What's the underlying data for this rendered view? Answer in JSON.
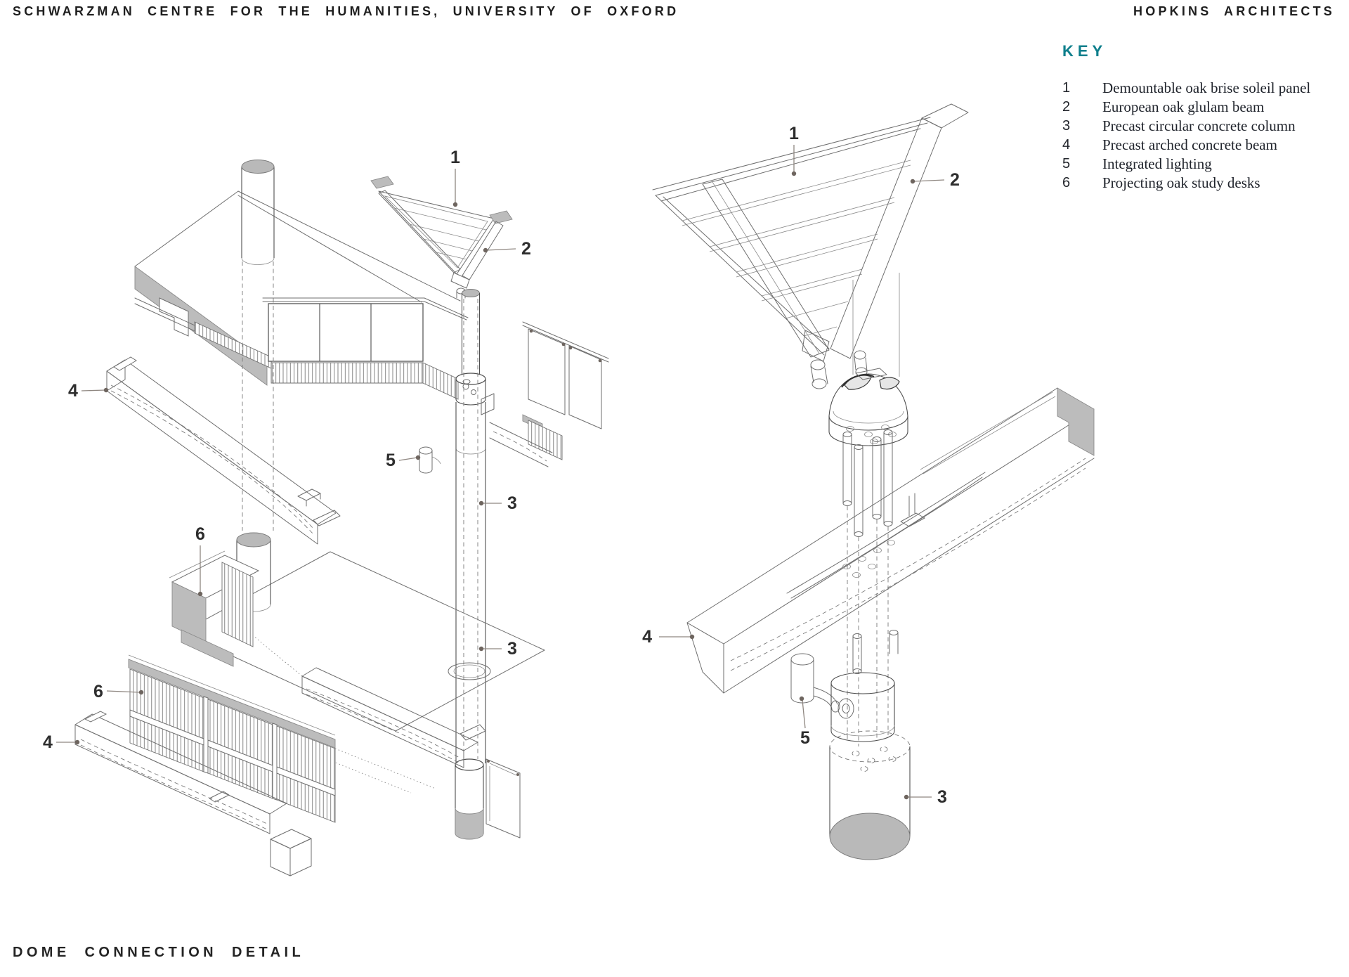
{
  "header": {
    "project_title": "SCHWARZMAN CENTRE FOR THE HUMANITIES, UNIVERSITY OF OXFORD",
    "architect": "HOPKINS ARCHITECTS"
  },
  "key": {
    "title": "KEY",
    "items": [
      {
        "number": "1",
        "label": "Demountable oak brise soleil panel"
      },
      {
        "number": "2",
        "label": "European oak glulam beam"
      },
      {
        "number": "3",
        "label": "Precast circular concrete column"
      },
      {
        "number": "4",
        "label": "Precast arched concrete beam"
      },
      {
        "number": "5",
        "label": "Integrated lighting"
      },
      {
        "number": "6",
        "label": "Projecting oak study desks"
      }
    ]
  },
  "caption": "DOME CONNECTION DETAIL",
  "callouts": {
    "left": [
      "1",
      "2",
      "4",
      "5",
      "3",
      "6",
      "3",
      "6",
      "4"
    ],
    "right": [
      "1",
      "2",
      "4",
      "5",
      "3"
    ]
  },
  "colors": {
    "accent_teal": "#0E7F8C",
    "line_gray": "#6F6F6F",
    "fill_gray": "#BCBCBC",
    "leader_brown_gray": "#8F8781",
    "label_text": "#2E2E2E"
  }
}
